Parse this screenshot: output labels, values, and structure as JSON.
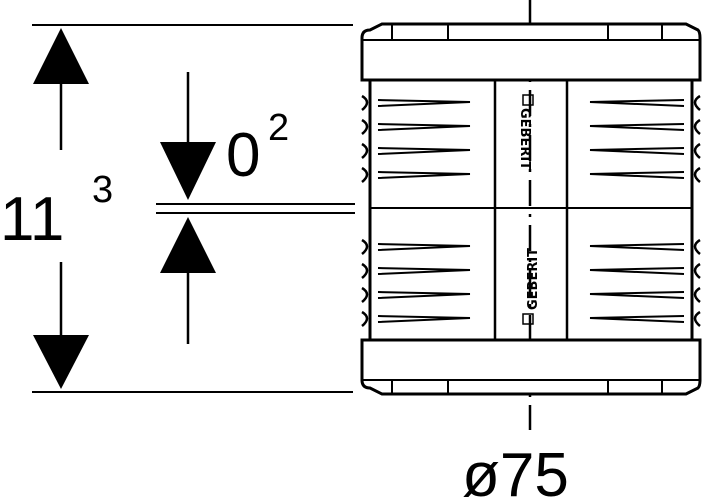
{
  "dimensions": {
    "overall_height": {
      "value": "11",
      "superscript": "3"
    },
    "gap": {
      "value": "0",
      "superscript": "2"
    },
    "diameter": "ø75"
  },
  "logo": "GEBERIT"
}
